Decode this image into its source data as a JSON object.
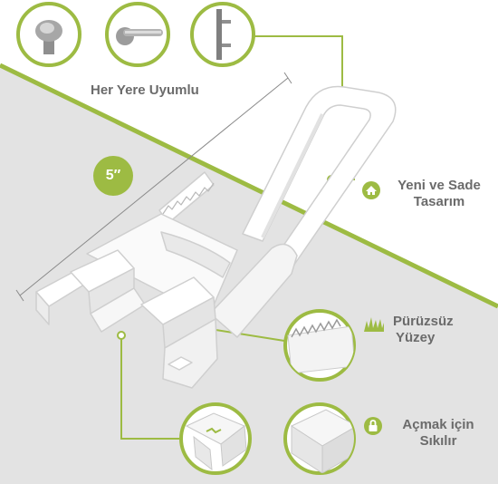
{
  "colors": {
    "accent": "#9dbb43",
    "text": "#6b6b6b",
    "background_top": "#ffffff",
    "background_bottom": "#e3e3e3"
  },
  "labels": {
    "compatible": "Her Yere Uyumlu",
    "size": "5″",
    "new_design_line1": "Yeni ve Sade",
    "new_design_line2": "Tasarım",
    "smooth_line1": "Pürüzsüz",
    "smooth_line2": "Yüzey",
    "squeeze_line1": "Açmak için",
    "squeeze_line2": "Sıkılır"
  },
  "icons": {
    "new_design": "home-icon",
    "smooth": "grass-icon",
    "squeeze": "padlock-icon"
  }
}
